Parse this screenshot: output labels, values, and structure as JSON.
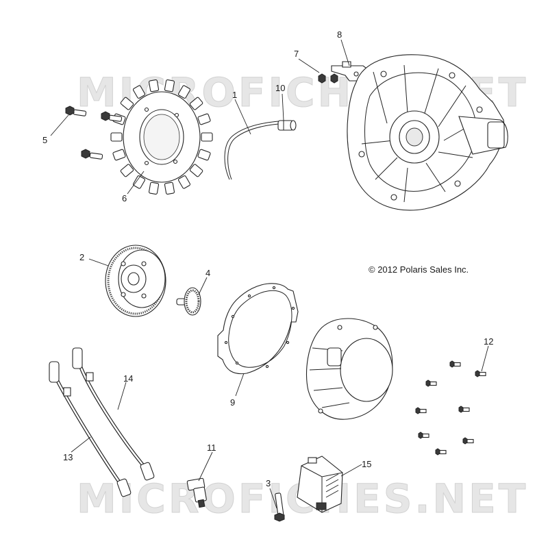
{
  "watermark": {
    "text": "MICROFICHES.NET"
  },
  "copyright": "© 2012 Polaris Sales Inc.",
  "callouts": {
    "c1": "1",
    "c2": "2",
    "c3": "3",
    "c4": "4",
    "c5": "5",
    "c6": "6",
    "c7": "7",
    "c8": "8",
    "c9": "9",
    "c10": "10",
    "c11": "11",
    "c12": "12",
    "c13": "13",
    "c14": "14",
    "c15": "15"
  }
}
